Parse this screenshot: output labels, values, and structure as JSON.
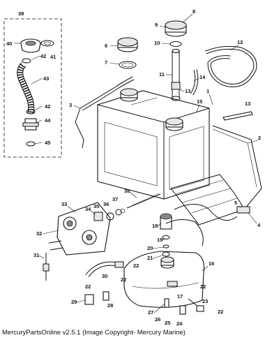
{
  "callouts": [
    "1",
    "2",
    "3",
    "4",
    "5",
    "6",
    "7",
    "8",
    "9",
    "10",
    "11",
    "12",
    "13",
    "14",
    "15",
    "16",
    "17",
    "18",
    "19",
    "20",
    "21",
    "22",
    "23",
    "24",
    "25",
    "26",
    "27",
    "28",
    "29",
    "30",
    "31",
    "32",
    "33",
    "34",
    "35",
    "36",
    "37",
    "38",
    "39",
    "40",
    "41",
    "42",
    "43",
    "44",
    "45"
  ],
  "footer": "MercuryPartsOnline v2.5.1 (Image Copyright- Mercury Marine)"
}
